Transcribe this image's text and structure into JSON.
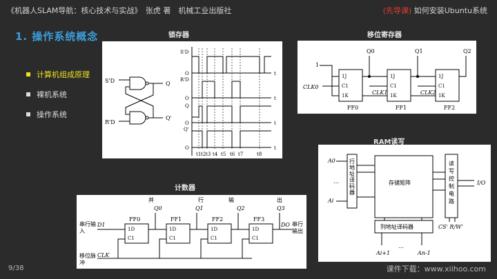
{
  "header": {
    "book": "《机器人SLAM导航：核心技术与实战》　张虎 著　机械工业出版社",
    "tag": "(先导课)",
    "topic": "如何安装Ubuntu系统"
  },
  "title": "1. 操作系统概念",
  "menu": [
    {
      "label": "计算机组成原理",
      "active": true
    },
    {
      "label": "裸机系统",
      "active": false
    },
    {
      "label": "操作系统",
      "active": false
    }
  ],
  "captions": {
    "latch": "锁存器",
    "shift": "移位寄存器",
    "ram": "RAM读写",
    "counter": "计数器"
  },
  "latch": {
    "in_s": "S'D",
    "in_r": "R'D",
    "out_q": "Q",
    "out_qn": "Q'",
    "ticks": [
      "t1",
      "t2",
      "t3",
      "t4",
      "t5",
      "t6",
      "t7",
      "t8"
    ],
    "zero": "O",
    "t": "t"
  },
  "shift": {
    "outs": [
      "Q0",
      "Q1",
      "Q2"
    ],
    "clk": "CLK0",
    "one": "1",
    "ffs": [
      "FF0",
      "FF1",
      "FF2"
    ],
    "clks": [
      "CLK1",
      "CLK2"
    ],
    "pins": [
      "1J",
      "C1",
      "1K"
    ]
  },
  "ram": {
    "addr_top": "A0",
    "addr_bot": "Ai",
    "row_decoder": "行地址译码器",
    "matrix": "存储矩阵",
    "rw": "读写控制电路",
    "io": "I/O",
    "ctrl": "CS' R/W'",
    "col_decoder": "列地址译码器",
    "col_a": "Ai+1",
    "col_b": "An-1",
    "dots": "…"
  },
  "counter": {
    "top_labels": [
      "并",
      "行",
      "输",
      "出"
    ],
    "outs": [
      "Q0",
      "Q1",
      "Q2",
      "Q3"
    ],
    "ffs": [
      "FF0",
      "FF1",
      "FF2",
      "FF3"
    ],
    "serial_in": "串行输入",
    "serial_out": "串行输出",
    "shift_pulse": "移位脉冲",
    "clk": "CLK",
    "d1": "D1",
    "d0": "DO",
    "pins": [
      "1D",
      "C1"
    ]
  },
  "footer": {
    "page": "9/38",
    "download": "课件下载：www.xiihoo.com"
  }
}
